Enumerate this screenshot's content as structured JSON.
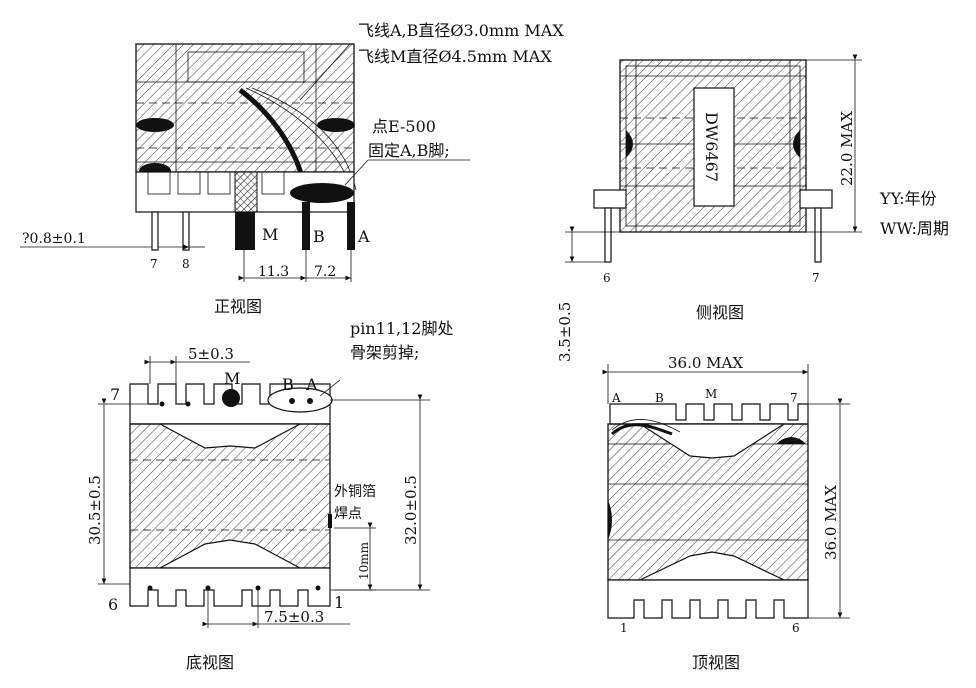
{
  "notes": {
    "lead_ab_diameter": "飞线A,B直径Ø3.0mm MAX",
    "lead_m_diameter": "飞线M直径Ø4.5mm MAX",
    "glue_point": "点E-500",
    "fix_ab_pins": "固定A,B脚;",
    "pins_removed_line1": "pin11,12脚处",
    "pins_removed_line2": "骨架剪掉;",
    "copper_foil_line1": "外铜箔",
    "copper_foil_line2": "焊点",
    "year_code": "YY:年份",
    "week_code": "WW:周期"
  },
  "marking": "DW6467",
  "views": {
    "front": "正视图",
    "side": "侧视图",
    "bottom": "底视图",
    "top": "顶视图"
  },
  "dimensions": {
    "pin_dia": "?0.8±0.1",
    "front_span_1": "11.3",
    "front_span_2": "7.2",
    "side_height": "22.0 MAX",
    "side_pin_len": "3.5±0.5",
    "bottom_pitch": "5±0.3",
    "bottom_height": "30.5±0.5",
    "bottom_overall": "32.0±0.5",
    "bottom_10mm": "10mm",
    "bottom_pitch2": "7.5±0.3",
    "top_width": "36.0 MAX",
    "top_height": "36.0 MAX"
  },
  "pin_labels": {
    "front_7": "7",
    "front_8": "8",
    "front_m": "M",
    "front_b": "B",
    "front_a": "A",
    "side_6": "6",
    "side_7": "7",
    "bottom_7": "7",
    "bottom_m": "M",
    "bottom_b": "B",
    "bottom_a": "A",
    "bottom_6": "6",
    "bottom_1": "1",
    "top_a": "A",
    "top_b": "B",
    "top_m": "M",
    "top_7": "7",
    "top_1": "1",
    "top_6": "6"
  }
}
